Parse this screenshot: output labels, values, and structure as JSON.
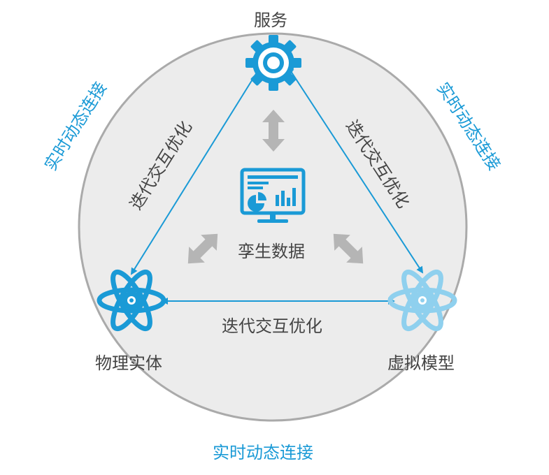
{
  "colors": {
    "accent": "#1a9ad6",
    "accent_light": "#8fd0ee",
    "circle_fill": "#ececec",
    "circle_stroke": "#aaaaaa",
    "gray_arrow": "#b5b5b5",
    "text": "#444444"
  },
  "nodes": {
    "top": {
      "label": "服务",
      "icon": "gear-icon"
    },
    "left": {
      "label": "物理实体",
      "icon": "atom-icon"
    },
    "right": {
      "label": "虚拟模型",
      "icon": "atom-icon"
    },
    "center": {
      "label": "孪生数据",
      "icon": "monitor-chart-icon"
    }
  },
  "edges": {
    "left": "迭代交互优化",
    "right": "迭代交互优化",
    "bottom": "迭代交互优化"
  },
  "connections": {
    "top_left": "实时动态连接",
    "top_right": "实时动态连接",
    "bottom": "实时动态连接"
  }
}
